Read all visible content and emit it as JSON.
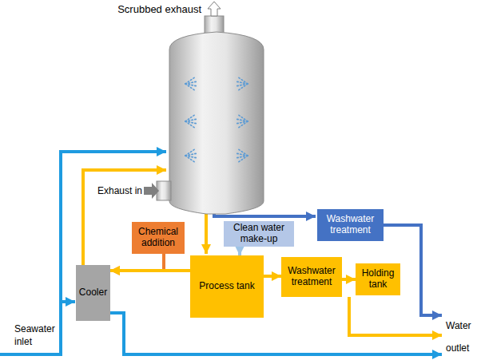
{
  "diagram": {
    "nodes": [
      {
        "text": [
          "Washwater treatment"
        ]
      },
      {
        "text": [
          "Chemical addition"
        ]
      },
      {
        "text": [
          "Clean water make-up"
        ]
      },
      {
        "text": [
          "Process tank"
        ]
      },
      {
        "text": [
          "Washwater treatment"
        ]
      },
      {
        "text": [
          "Holding tank"
        ]
      },
      {
        "text": [
          "Cooler"
        ]
      }
    ],
    "edges": [
      {
        "from": 2,
        "to": 3,
        "arrow": "to"
      },
      {
        "from": 3,
        "to": 6,
        "arrow": "to"
      },
      {
        "from": 1,
        "to": 6,
        "arrow": "to"
      },
      {
        "from": 3,
        "to": 4,
        "arrow": "to"
      },
      {
        "from": 4,
        "to": 5,
        "arrow": "to"
      }
    ],
    "labels": [
      "Scrubbed exhaust",
      "Exhaust in",
      "Seawater inlet",
      "Water outlet"
    ]
  }
}
